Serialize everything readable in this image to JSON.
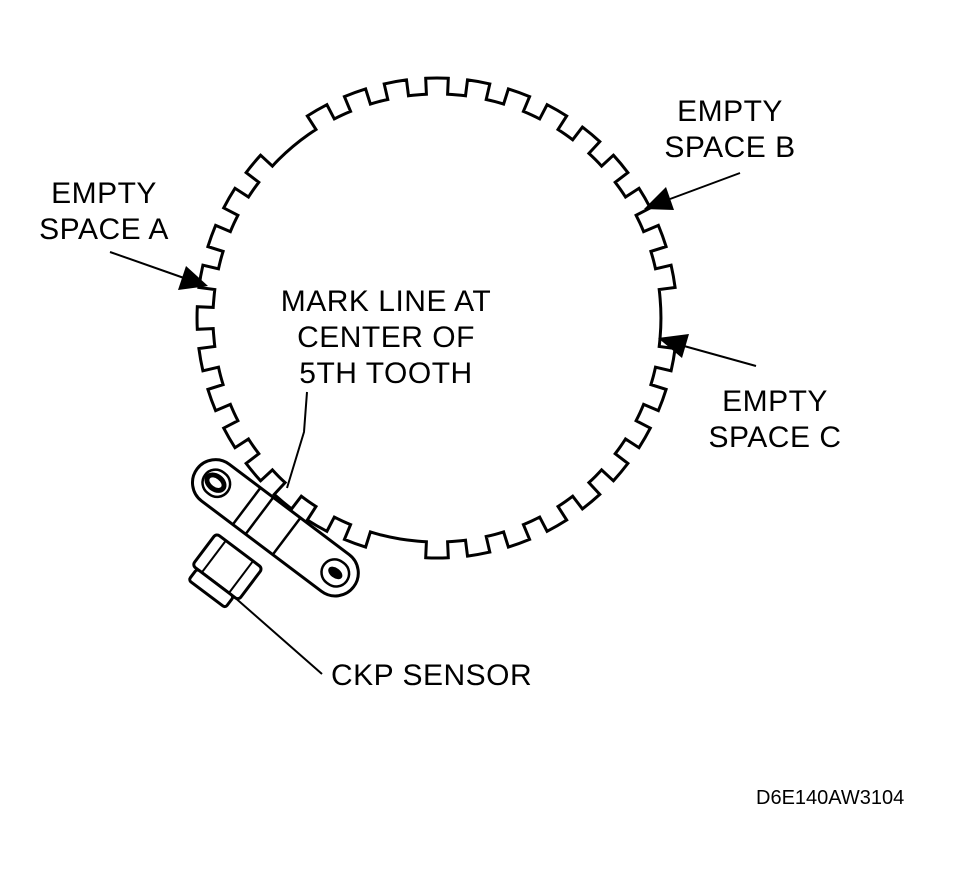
{
  "labels": {
    "empty_space_a": [
      "EMPTY",
      "SPACE A"
    ],
    "empty_space_b": [
      "EMPTY",
      "SPACE B"
    ],
    "empty_space_c": [
      "EMPTY",
      "SPACE C"
    ],
    "mark_line": [
      "MARK LINE AT",
      "CENTER OF",
      "5TH TOOTH"
    ],
    "ckp_sensor": "CKP SENSOR",
    "figure_code": "D6E140AW3104"
  },
  "ring": {
    "tooth_count": 36,
    "missing_teeth_note": "three gaps: empty spaces A, B and C"
  },
  "icons": [
    "tooth-ring-icon",
    "ckp-sensor-icon",
    "arrow-icon",
    "leader-line-icon"
  ]
}
